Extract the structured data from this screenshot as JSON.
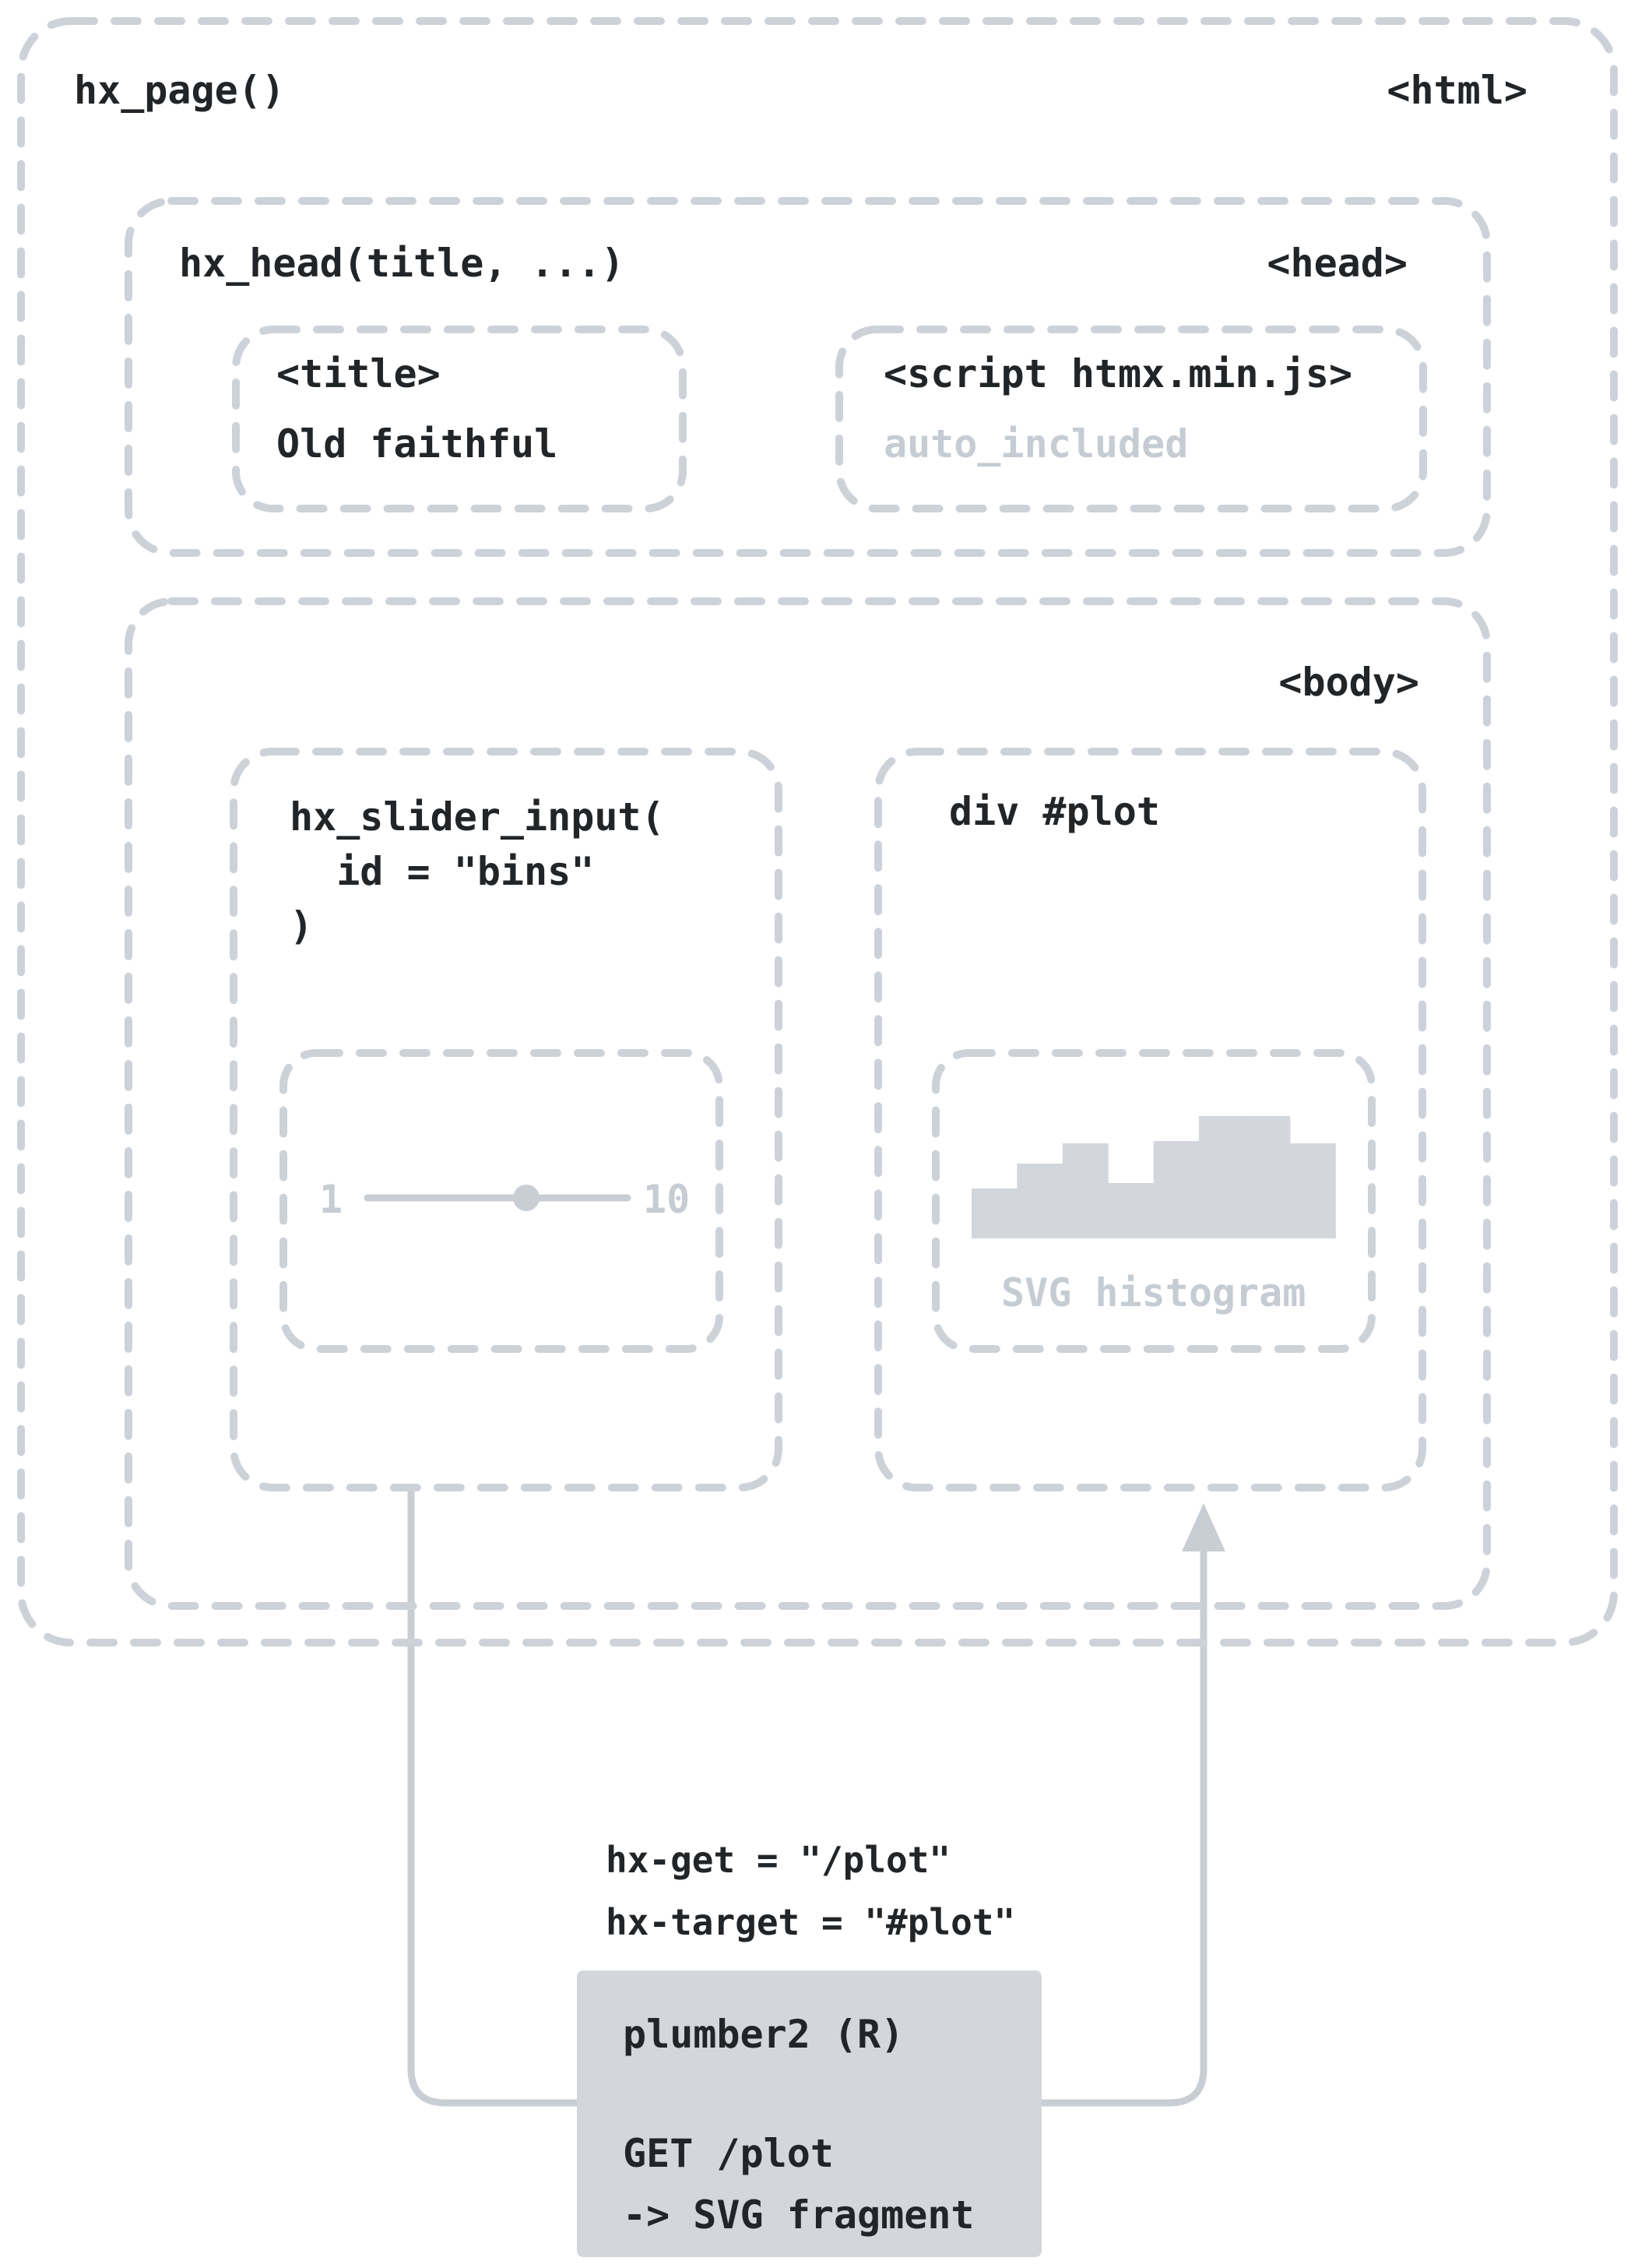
{
  "colors": {
    "dash_border": "#cdd2d9",
    "connector_line": "#c9ced5",
    "fill_gray": "#d3d6db",
    "text_dark": "#222528",
    "text_light": "#c6ccd3",
    "background": "#ffffff"
  },
  "page": {
    "function_label": "hx_page()",
    "tag_label": "<html>"
  },
  "head": {
    "function_label": "hx_head(title, ...)",
    "tag_label": "<head>",
    "title_box": {
      "tag_label": "<title>",
      "value": "Old faithful"
    },
    "script_box": {
      "tag_label": "<script htmx.min.js>",
      "note": "auto_included"
    }
  },
  "body": {
    "tag_label": "<body>",
    "slider_input": {
      "code": "hx_slider_input(\n  id = \"bins\"\n)",
      "widget": {
        "min_label": "1",
        "max_label": "10"
      }
    },
    "plot_div": {
      "label": "div #plot",
      "widget": {
        "caption": "SVG histogram",
        "histogram_heights": [
          64,
          96,
          122,
          71,
          125,
          157,
          157,
          122
        ]
      }
    }
  },
  "request": {
    "attrs_code": "hx-get = \"/plot\"\nhx-target = \"#plot\""
  },
  "server": {
    "title": "plumber2 (R)",
    "detail_code": "GET /plot\n-> SVG fragment"
  }
}
